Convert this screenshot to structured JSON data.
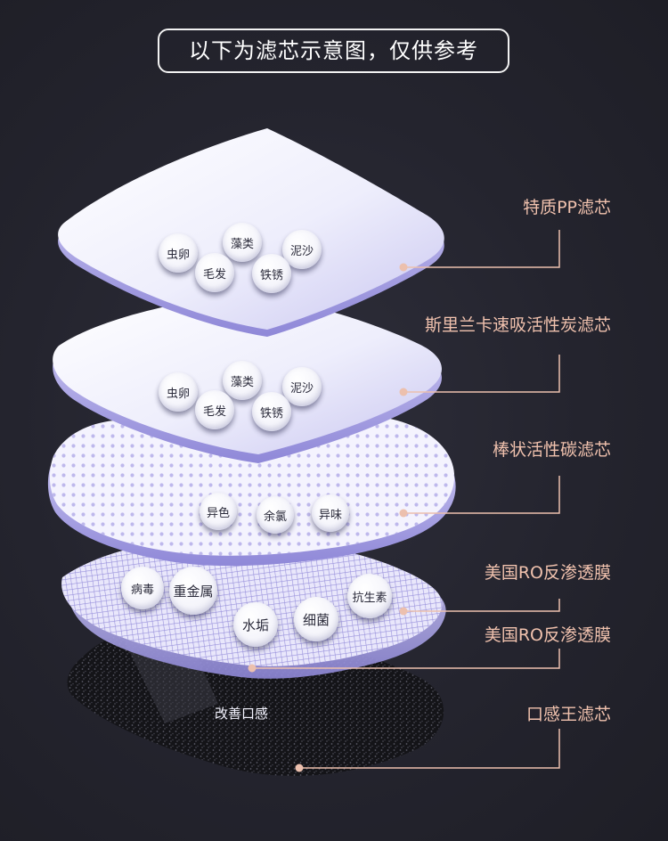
{
  "title": "以下为滤芯示意图，仅供参考",
  "layers": [
    {
      "label": "特质PP滤芯",
      "items": [
        "虫卵",
        "藻类",
        "泥沙",
        "毛发",
        "铁锈"
      ]
    },
    {
      "label": "斯里兰卡速吸活性炭滤芯",
      "items": [
        "虫卵",
        "藻类",
        "泥沙",
        "毛发",
        "铁锈"
      ]
    },
    {
      "label": "棒状活性碳滤芯",
      "items": [
        "异色",
        "余氯",
        "异味"
      ]
    },
    {
      "label": "美国RO反渗透膜",
      "items": [
        "病毒",
        "重金属",
        "水垢",
        "细菌",
        "抗生素"
      ]
    },
    {
      "label": "美国RO反渗透膜",
      "items": []
    },
    {
      "label": "口感王滤芯",
      "items": [],
      "note": "改善口感"
    }
  ],
  "colors": {
    "background": "#24242e",
    "label_text": "#f1c2ae",
    "leader_line": "#ecc0ae",
    "membrane": "#eeeefc",
    "mesh": "#8a82d6",
    "carbon_block": "#16161a"
  }
}
